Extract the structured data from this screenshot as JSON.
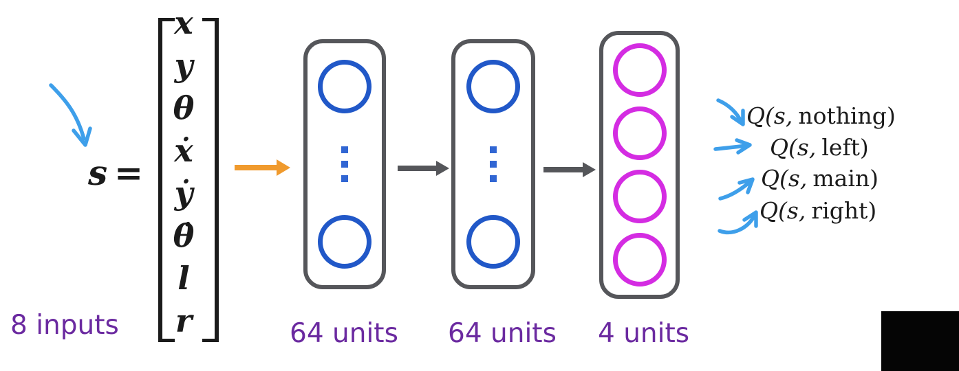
{
  "colors": {
    "ink": "#1b1b1b",
    "blue": "#2158c8",
    "dotblue": "#3166d3",
    "magenta": "#d42ce2",
    "purple": "#6b2aa0",
    "orange": "#f09a2d",
    "gray": "#55565a",
    "sky": "#3e9fea"
  },
  "state": {
    "symbol": "s",
    "equals": "=",
    "entries": [
      "x",
      "y",
      "θ",
      "ẋ",
      "ẏ",
      "θ̇",
      "l",
      "r"
    ],
    "inputs_label": "8 inputs"
  },
  "layers": [
    {
      "type": "hidden",
      "units_label": "64 units"
    },
    {
      "type": "hidden",
      "units_label": "64 units"
    },
    {
      "type": "output",
      "units_label": "4 units"
    }
  ],
  "outputs": [
    {
      "prefix": "Q(s,",
      "action": "nothing",
      "suffix": ")"
    },
    {
      "prefix": "Q(s,",
      "action": "left",
      "suffix": ")"
    },
    {
      "prefix": "Q(s,",
      "action": "main",
      "suffix": ")"
    },
    {
      "prefix": "Q(s,",
      "action": "right",
      "suffix": ")"
    }
  ]
}
